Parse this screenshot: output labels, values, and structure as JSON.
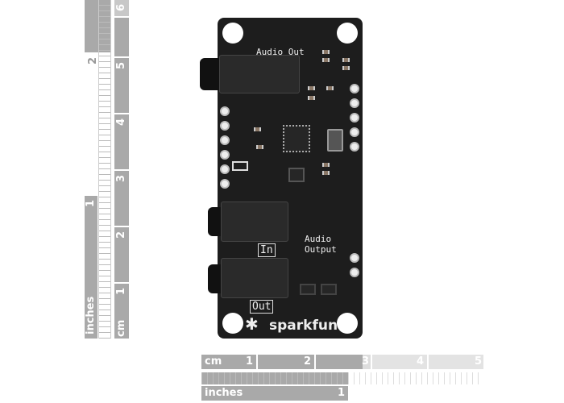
{
  "board": {
    "silk_top": "Audio Out",
    "silk_mid_1": "Audio",
    "silk_mid_2": "Output",
    "silk_in": "In",
    "silk_out": "Out",
    "brand": "sparkfun"
  },
  "ruler_vertical": {
    "cm_unit": "cm",
    "cm_labels": [
      "1",
      "2",
      "3",
      "4",
      "5",
      "6"
    ],
    "inch_unit": "inches",
    "inch_labels": [
      "1",
      "2"
    ]
  },
  "ruler_horizontal": {
    "cm_unit": "cm",
    "cm_labels": [
      "1",
      "2",
      "3",
      "4",
      "5"
    ],
    "inch_unit": "inches",
    "inch_labels": [
      "1"
    ]
  }
}
